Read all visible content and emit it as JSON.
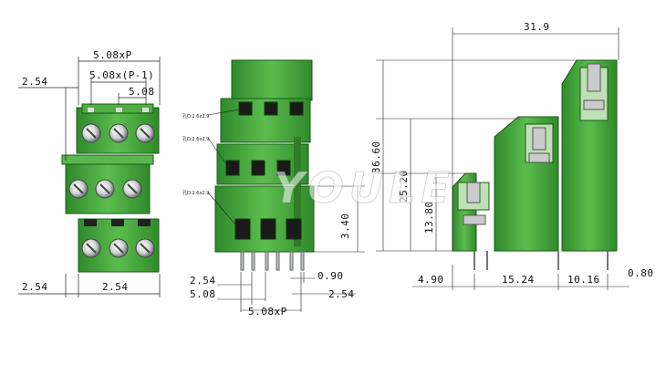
{
  "watermark": "YOULE",
  "front_view": {
    "dim_top": "5.08xP",
    "dim_mid": "5.08x(P-1)",
    "dim_pitch": "5.08",
    "dim_left_top": "2.54",
    "dim_left_bottom": "2.54",
    "dim_bottom": "2.54"
  },
  "side_view": {
    "hole_labels": [
      "孔D:2.6x2.9",
      "孔D:2.6x2.9",
      "孔D:2.6x2.9"
    ],
    "dim_height": "3.40",
    "dim_pin_offset": "2.54",
    "dim_pin_pitch": "5.08",
    "dim_total": "5.08xP",
    "dim_pin_width": "0.90",
    "dim_right": "2.54"
  },
  "profile_view": {
    "dim_width": "31.9",
    "dim_h1": "36.60",
    "dim_h2": "25.20",
    "dim_h3": "13.80",
    "dim_b1": "4.90",
    "dim_b2": "15.24",
    "dim_b3": "10.16",
    "dim_b4": "0.80"
  },
  "colors": {
    "green": "#44a63a",
    "green_dark": "#2e7a27",
    "green_light": "#6cc45e",
    "metal": "#c9cccc"
  }
}
